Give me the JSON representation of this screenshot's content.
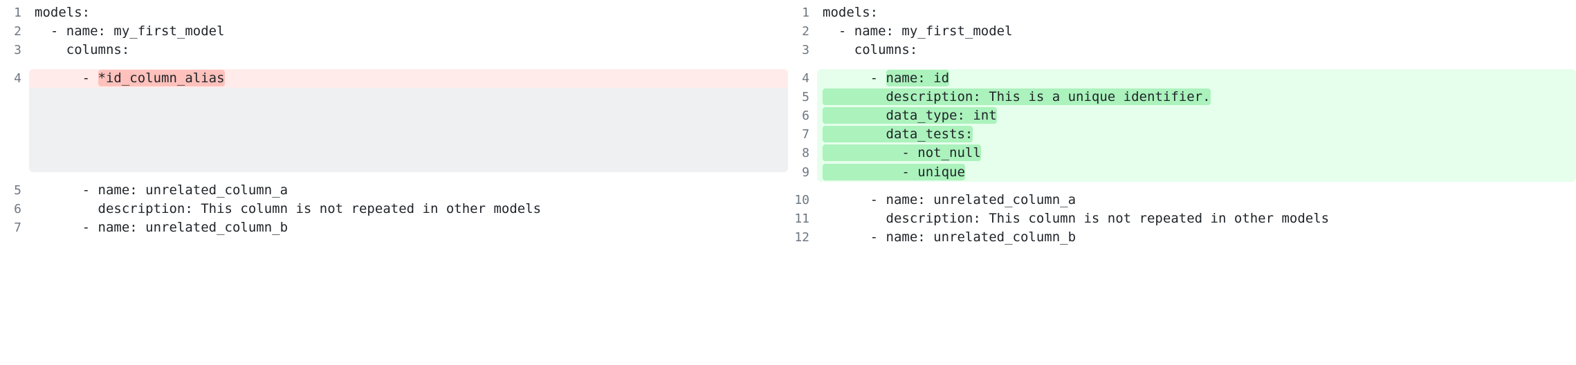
{
  "view": {
    "type": "split-diff",
    "colors": {
      "deletion_bg": "#ffebe9",
      "deletion_word_bg": "#ffc1bc",
      "addition_bg": "#e6ffec",
      "addition_word_bg": "#abf2bc",
      "filler_bg": "#eef0f2",
      "lineno_fg": "#6e7781",
      "code_fg": "#1f2328",
      "page_bg": "#ffffff"
    }
  },
  "left": {
    "rows": [
      {
        "lineno": "1",
        "pre": "models:",
        "word": "",
        "post": "",
        "kind": "context"
      },
      {
        "lineno": "2",
        "pre": "  - name: my_first_model",
        "word": "",
        "post": "",
        "kind": "context"
      },
      {
        "lineno": "3",
        "pre": "    columns:",
        "word": "",
        "post": "",
        "kind": "context"
      },
      {
        "lineno": "4",
        "pre": "      - ",
        "word": "*id_column_alias",
        "post": "",
        "kind": "deletion"
      },
      {
        "lineno": "5",
        "pre": "      - name: unrelated_column_a",
        "word": "",
        "post": "",
        "kind": "context"
      },
      {
        "lineno": "6",
        "pre": "        description: This column is not repeated in other models",
        "word": "",
        "post": "",
        "kind": "context"
      },
      {
        "lineno": "7",
        "pre": "      - name: unrelated_column_b",
        "word": "",
        "post": "",
        "kind": "context"
      }
    ]
  },
  "right": {
    "rows": [
      {
        "lineno": "1",
        "pre": "models:",
        "word": "",
        "post": "",
        "kind": "context"
      },
      {
        "lineno": "2",
        "pre": "  - name: my_first_model",
        "word": "",
        "post": "",
        "kind": "context"
      },
      {
        "lineno": "3",
        "pre": "    columns:",
        "word": "",
        "post": "",
        "kind": "context"
      },
      {
        "lineno": "4",
        "pre": "      - ",
        "word": "name: id",
        "post": "",
        "kind": "addition"
      },
      {
        "lineno": "5",
        "pre": "",
        "word": "        description: This is a unique identifier.",
        "post": "",
        "kind": "addition"
      },
      {
        "lineno": "6",
        "pre": "",
        "word": "        data_type: int",
        "post": "",
        "kind": "addition"
      },
      {
        "lineno": "7",
        "pre": "",
        "word": "        data_tests:",
        "post": "",
        "kind": "addition"
      },
      {
        "lineno": "8",
        "pre": "",
        "word": "          - not_null",
        "post": "",
        "kind": "addition"
      },
      {
        "lineno": "9",
        "pre": "",
        "word": "          - unique",
        "post": "",
        "kind": "addition"
      },
      {
        "lineno": "10",
        "pre": "      - name: unrelated_column_a",
        "word": "",
        "post": "",
        "kind": "context"
      },
      {
        "lineno": "11",
        "pre": "        description: This column is not repeated in other models",
        "word": "",
        "post": "",
        "kind": "context"
      },
      {
        "lineno": "12",
        "pre": "      - name: unrelated_column_b",
        "word": "",
        "post": "",
        "kind": "context"
      }
    ]
  }
}
